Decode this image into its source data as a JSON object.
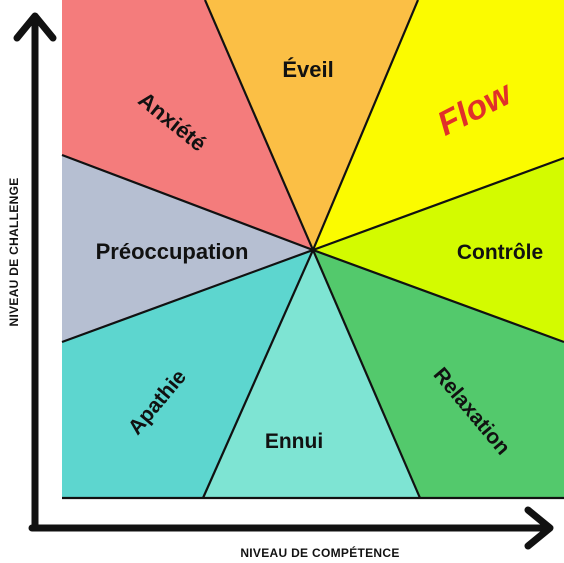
{
  "axes": {
    "y_title": "NIVEAU DE CHALLENGE",
    "x_title": "NIVEAU DE COMPÉTENCE"
  },
  "zones": [
    {
      "id": "anxiete",
      "label": "Anxiété",
      "color": "#f47c7c"
    },
    {
      "id": "eveil",
      "label": "Éveil",
      "color": "#fbbf45"
    },
    {
      "id": "flow",
      "label": "Flow",
      "color": "#fbfb00",
      "label_color": "#e0302a"
    },
    {
      "id": "controle",
      "label": "Contrôle",
      "color": "#d3fb00"
    },
    {
      "id": "relaxation",
      "label": "Relaxation",
      "color": "#53c96c"
    },
    {
      "id": "ennui",
      "label": "Ennui",
      "color": "#7ee4d3"
    },
    {
      "id": "apathie",
      "label": "Apathie",
      "color": "#5dd6cf"
    },
    {
      "id": "preoccupation",
      "label": "Préoccupation",
      "color": "#b6bfd2"
    }
  ]
}
